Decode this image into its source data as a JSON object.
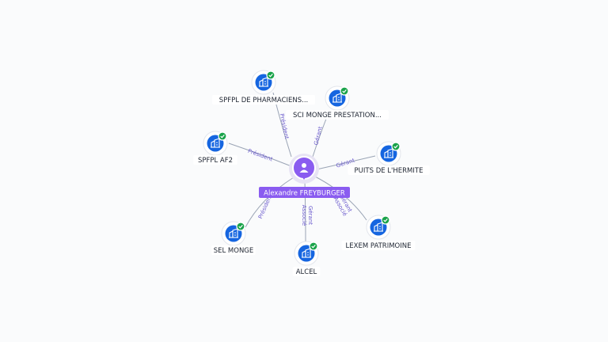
{
  "center": {
    "label": "Alexandre FREYBURGER",
    "icon": "person-icon",
    "color": "#8a5cf0"
  },
  "companies": [
    {
      "id": "spfpl-pharmaciens",
      "label": "SPFPL DE PHARMACIENS...",
      "relations": [
        "Président"
      ],
      "verified": true
    },
    {
      "id": "sci-monge",
      "label": "SCI MONGE PRESTATION...",
      "relations": [
        "Gérant"
      ],
      "verified": true
    },
    {
      "id": "spfpl-af2",
      "label": "SPFPL AF2",
      "relations": [
        "Président"
      ],
      "verified": true
    },
    {
      "id": "puits-hermite",
      "label": "PUITS DE L'HERMITE",
      "relations": [
        "Gérant"
      ],
      "verified": true
    },
    {
      "id": "sel-monge",
      "label": "SEL MONGE",
      "relations": [
        "Président"
      ],
      "verified": true
    },
    {
      "id": "alcel",
      "label": "ALCEL",
      "relations": [
        "Gérant",
        "Associé"
      ],
      "verified": true
    },
    {
      "id": "lexem",
      "label": "LEXEM PATRIMOINE",
      "relations": [
        "Gérant",
        "Associé"
      ],
      "verified": true
    }
  ],
  "colors": {
    "company": "#1565e0",
    "verified": "#1aa34a",
    "edge": "#9aa4b5",
    "relation_text": "#6a5acd"
  }
}
